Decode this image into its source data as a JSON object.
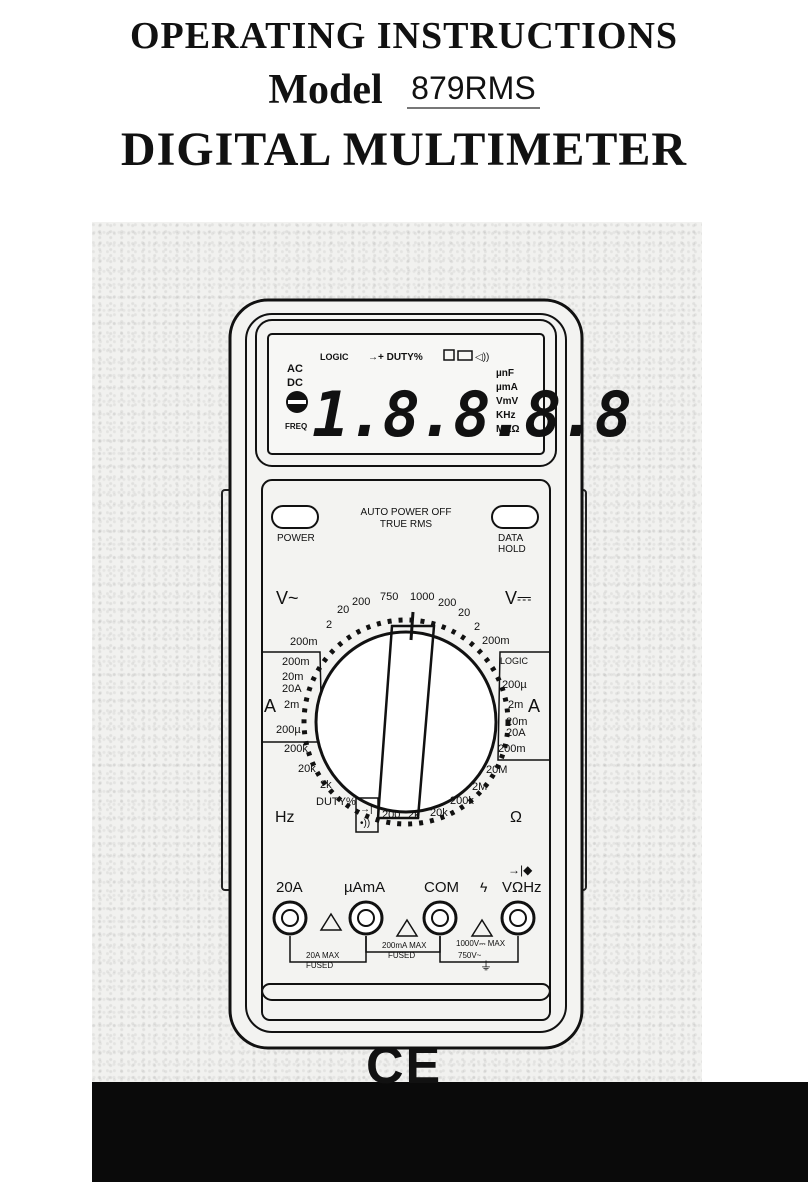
{
  "header": {
    "line1": "OPERATING  INSTRUCTIONS",
    "model_label": "Model",
    "model_number": "879RMS",
    "line3": "DIGITAL  MULTIMETER"
  },
  "lcd": {
    "ac": "AC",
    "dc": "DC",
    "freq": "FREQ",
    "logic": "LOGIC",
    "top_icons": "→+ DUTY%",
    "digits": "1.8.8.8.8",
    "units": [
      "µnF",
      "µmA",
      "VmV",
      "KHz",
      "MKΩ"
    ]
  },
  "panel": {
    "power": "POWER",
    "auto_off": "AUTO POWER OFF",
    "true_rms": "TRUE RMS",
    "data": "DATA",
    "hold": "HOLD"
  },
  "dial": {
    "v_ac": "V~",
    "v_dc": "V⎓",
    "hz": "Hz",
    "ohm": "Ω",
    "amp_left": "A",
    "amp_right": "A",
    "labels_left": [
      "200m",
      "200m",
      "20m",
      "20A",
      "2m",
      "200µ",
      "200k",
      "20k",
      "2k",
      "DUTY%"
    ],
    "labels_top": [
      "2",
      "20",
      "200",
      "750",
      "1000",
      "200",
      "20",
      "2"
    ],
    "labels_right": [
      "200m",
      "LOGIC",
      "200µ",
      "2m",
      "20m",
      "20A",
      "200m",
      "20M",
      "2M",
      "200k"
    ],
    "labels_bottom": [
      "200",
      "2k",
      "20k"
    ]
  },
  "jacks": {
    "j1": "20A",
    "j2": "µAmA",
    "j3": "COM",
    "j4": "VΩHz",
    "fuse1a": "20A MAX",
    "fuse1b": "FUSED",
    "fuse2a": "200mA MAX",
    "fuse2b": "FUSED",
    "max1": "1000V⎓ MAX",
    "max2": "750V~"
  },
  "mark": "CE"
}
